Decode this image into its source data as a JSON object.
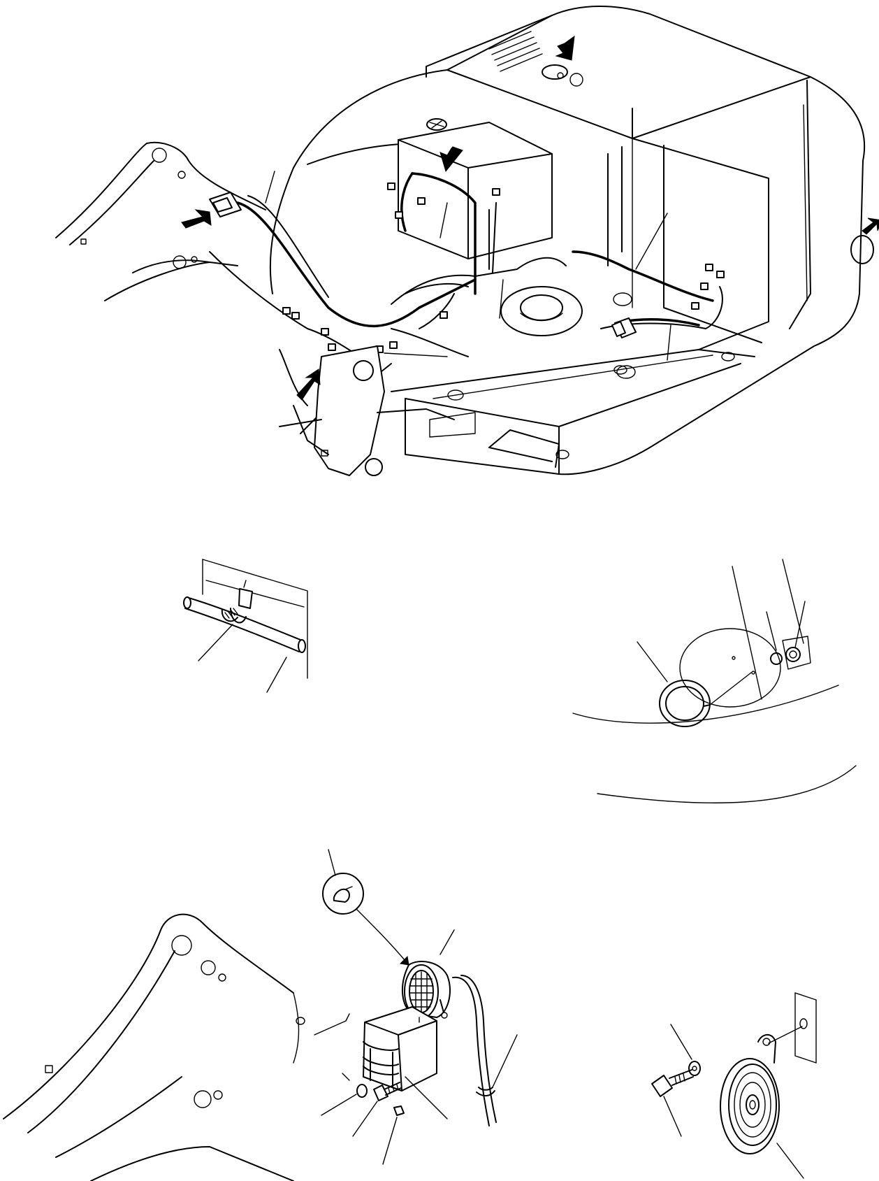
{
  "figure": {
    "drawing_type": "exploded mechanical line drawing",
    "colors": {
      "ink": "#000000",
      "paper": "#ffffff"
    },
    "views": [
      {
        "name": "overall-machine-view",
        "callout_arrows": 5
      },
      {
        "name": "cable-tie-detail"
      },
      {
        "name": "blind-plug-detail"
      },
      {
        "name": "work-lamp-detail"
      },
      {
        "name": "horn-detail"
      }
    ]
  }
}
